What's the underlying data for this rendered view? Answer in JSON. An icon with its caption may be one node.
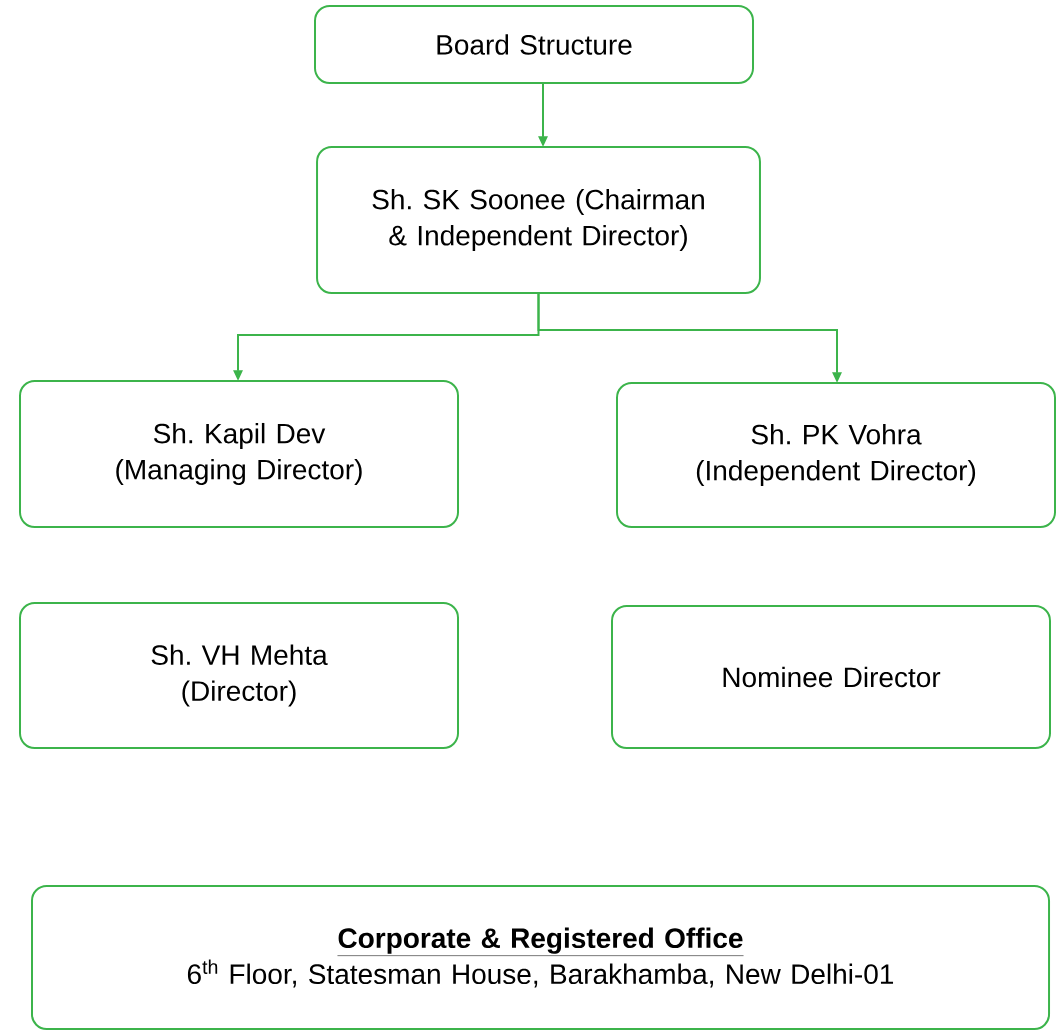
{
  "diagram": {
    "nodes": [
      {
        "text": [
          "Board Structure"
        ]
      },
      {
        "text": [
          "Sh. SK Soonee (Chairman & Independent Director)"
        ]
      },
      {
        "text": [
          "Sh. Kapil Dev (Managing Director)"
        ]
      },
      {
        "text": [
          "Sh. PK Vohra (Independent Director)"
        ]
      },
      {
        "text": [
          "Sh. VH Mehta (Director)"
        ]
      },
      {
        "text": [
          "Nominee Director"
        ]
      },
      {
        "text": [
          "Corporate & Registered Office",
          "6$^{th}$ Floor, Statesman House, Barakhamba, New Delhi-01"
        ]
      }
    ],
    "edges": [
      {
        "from": 0,
        "to": 1,
        "arrow": "to"
      },
      {
        "from": 1,
        "to": 2,
        "arrow": "to"
      },
      {
        "from": 1,
        "to": 3,
        "arrow": "to"
      }
    ]
  }
}
